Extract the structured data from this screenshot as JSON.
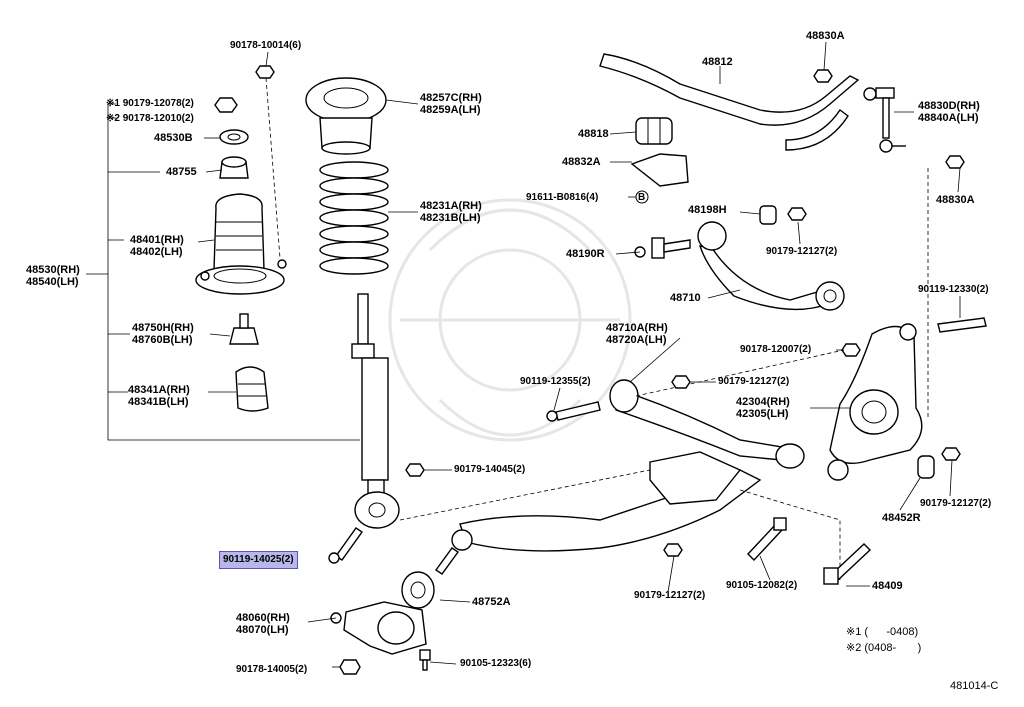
{
  "labels": {
    "p90178_10014": "90178-10014(6)",
    "p90179_12078": "※1 90179-12078(2)",
    "p90178_12010": "※2 90178-12010(2)",
    "p48530B": "48530B",
    "p48755": "48755",
    "p48401": "48401(RH)",
    "p48402": "48402(LH)",
    "p48530": "48530(RH)",
    "p48540": "48540(LH)",
    "p48750H": "48750H(RH)",
    "p48760B": "48760B(LH)",
    "p48341A": "48341A(RH)",
    "p48341B": "48341B(LH)",
    "p48257C": "48257C(RH)",
    "p48259A": "48259A(LH)",
    "p48231A": "48231A(RH)",
    "p48231B": "48231B(LH)",
    "p90179_14045": "90179-14045(2)",
    "p90119_14025": "90119-14025(2)",
    "p48060": "48060(RH)",
    "p48070": "48070(LH)",
    "p48752A": "48752A",
    "p90178_14005": "90178-14005(2)",
    "p90105_12323": "90105-12323(6)",
    "p48830A_top": "48830A",
    "p48812": "48812",
    "p48818": "48818",
    "p48832A": "48832A",
    "p91611": "91611-B0816(4)",
    "p48830D": "48830D(RH)",
    "p48840A": "48840A(LH)",
    "p48830A_right": "48830A",
    "p48198H": "48198H",
    "p90179_12127_a": "90179-12127(2)",
    "p48190R": "48190R",
    "p48710": "48710",
    "p90119_12330": "90119-12330(2)",
    "p90178_12007": "90178-12007(2)",
    "p48710A": "48710A(RH)",
    "p48720A": "48720A(LH)",
    "p90119_12355": "90119-12355(2)",
    "p90179_12127_b": "90179-12127(2)",
    "p42304": "42304(RH)",
    "p42305": "42305(LH)",
    "p90179_12127_c": "90179-12127(2)",
    "p48452R": "48452R",
    "p90179_12127_d": "90179-12127(2)",
    "p90105_12082": "90105-12082(2)",
    "p48409": "48409"
  },
  "bolt_marker": "B",
  "notes": {
    "note1": "※1 (      -0408)",
    "note2": "※2 (0408-       )"
  },
  "figure_id": "481014-C",
  "highlight_color": "#b9b7ea"
}
